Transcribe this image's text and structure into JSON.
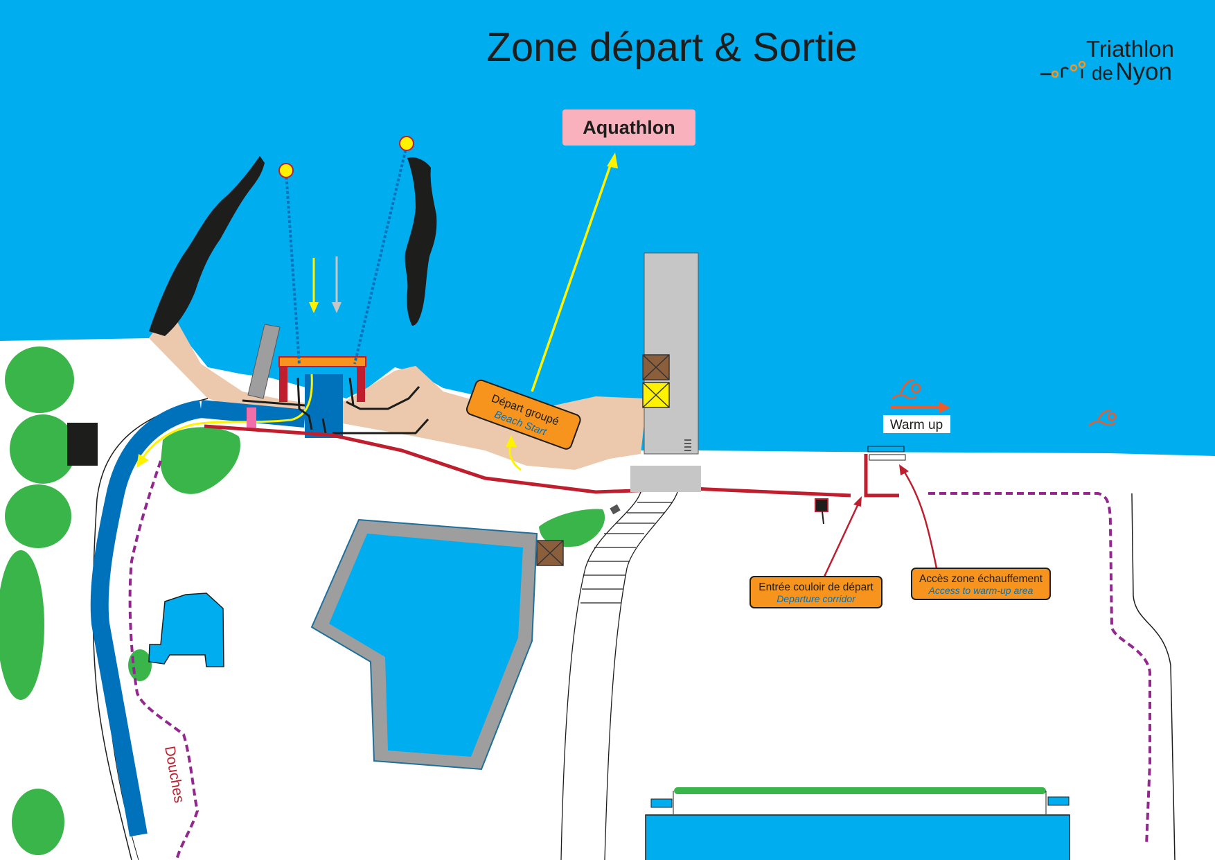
{
  "title": "Zone départ & Sortie",
  "logo": {
    "line1": "Triathlon",
    "line2": "de",
    "line3": "Nyon"
  },
  "labels": {
    "aquathlon": "Aquathlon",
    "beach_start_fr": "Départ groupé",
    "beach_start_en": "Beach Start",
    "warm_up": "Warm up",
    "corridor_fr": "Entrée couloir de départ",
    "corridor_en": "Departure corridor",
    "warmup_access_fr": "Accès zone échauffement",
    "warmup_access_en": "Access to warm-up area",
    "showers": "Douches"
  },
  "colors": {
    "water": "#00adef",
    "sand": "#ecc9ad",
    "rocks": "#1d1d1b",
    "trees": "#3ab54a",
    "pier": "#c6c6c6",
    "route_red": "#be1e2d",
    "run_blue": "#0072bc",
    "orange_label": "#f7941d",
    "pink_label": "#f8b1bd",
    "buoy": "#fff200",
    "showers_path": "#93278f",
    "arrow_yellow": "#fff200"
  },
  "icons": [
    "swimmer-icon",
    "buoy-icon",
    "arrow-icon",
    "crate-icon",
    "gate-icon"
  ]
}
